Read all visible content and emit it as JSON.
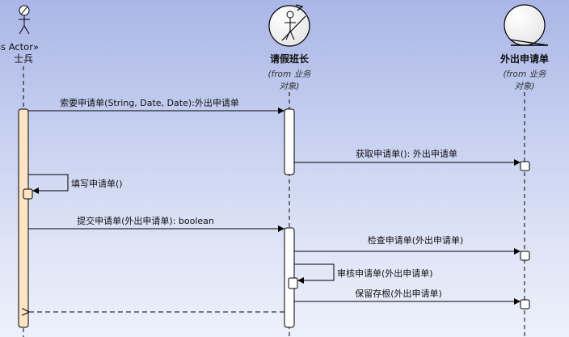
{
  "actor": {
    "stereotype": "siness Actor»",
    "name": "士兵"
  },
  "lifelines": [
    {
      "name": "请假班长",
      "from_line1": "(from 业务",
      "from_line2": "对象)"
    },
    {
      "name": "外出申请单",
      "from_line1": "(from 业务",
      "from_line2": "对象)"
    }
  ],
  "messages": [
    {
      "label": "索要申请单(String, Date, Date):外出申请单"
    },
    {
      "label": "获取申请单(): 外出申请单"
    },
    {
      "label": "填写申请单()"
    },
    {
      "label": "提交申请单(外出申请单): boolean"
    },
    {
      "label": "检查申请单(外出申请单)"
    },
    {
      "label": "审核申请单(外出申请单)"
    },
    {
      "label": "保留存根(外出申请单)"
    }
  ],
  "colors": {
    "background_top": "#aab6e6",
    "background_bottom": "#edf1fb",
    "activation_actor": "#fde4c4",
    "activation_other": "#ffffff",
    "line": "#000000"
  }
}
